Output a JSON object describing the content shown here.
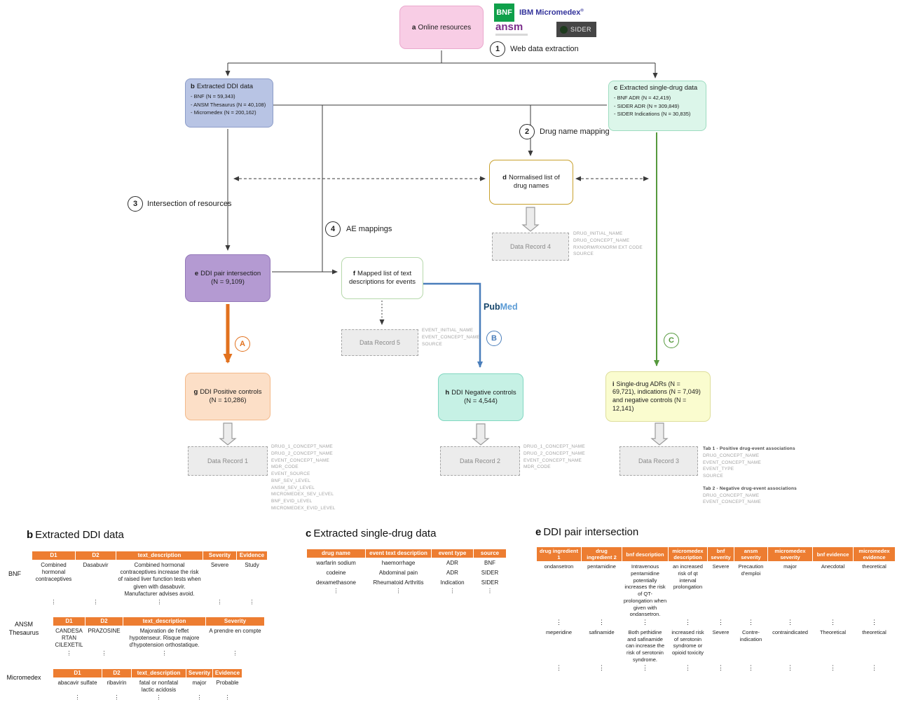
{
  "misc": {
    "dots": "⋮"
  },
  "logos": {
    "bnf": "BNF",
    "ibm_micromedex": "IBM Micromedex",
    "reg": "®",
    "ansm": "ansm",
    "sider": "SIDER",
    "pubmed_pub": "Pub",
    "pubmed_med": "Med"
  },
  "steps": [
    {
      "num": "1",
      "label": "Web data extraction"
    },
    {
      "num": "2",
      "label": "Drug name mapping"
    },
    {
      "num": "3",
      "label": "Intersection of resources"
    },
    {
      "num": "4",
      "label": "AE mappings"
    }
  ],
  "branches": [
    {
      "label": "A"
    },
    {
      "label": "B"
    },
    {
      "label": "C"
    }
  ],
  "boxes": {
    "a": {
      "tag": "a",
      "title": "Online resources"
    },
    "b": {
      "tag": "b",
      "title": "Extracted DDI data",
      "items": [
        "- BNF (N = 59,343)",
        "- ANSM Thesaurus (N = 40,108)",
        "- Micromedex (N = 200,162)"
      ]
    },
    "c": {
      "tag": "c",
      "title": "Extracted single-drug data",
      "items": [
        "- BNF ADR (N = 42,419)",
        "- SIDER ADR (N = 309,849)",
        "- SIDER Indications (N = 30,835)"
      ]
    },
    "d": {
      "tag": "d",
      "title": "Normalised list of drug names"
    },
    "e": {
      "tag": "e",
      "title": "DDI pair intersection",
      "subtitle": "(N = 9,109)"
    },
    "f": {
      "tag": "f",
      "title": "Mapped list of text descriptions for events"
    },
    "g": {
      "tag": "g",
      "title": "DDI Positive controls",
      "subtitle": "(N = 10,286)"
    },
    "h": {
      "tag": "h",
      "title": "DDI Negative controls",
      "subtitle": "(N = 4,544)"
    },
    "i": {
      "tag": "i",
      "title": "Single-drug ADRs (N = 69,721), indications (N = 7,049) and negative controls (N = 12,141)"
    }
  },
  "records": {
    "r1": {
      "label": "Data Record 1",
      "fields": [
        "DRUG_1_CONCEPT_NAME",
        "DRUG_2_CONCEPT_NAME",
        "EVENT_CONCEPT_NAME",
        "MDR_CODE",
        "EVENT_SOURCE",
        "BNF_SEV_LEVEL",
        "ANSM_SEV_LEVEL",
        "MICROMEDEX_SEV_LEVEL",
        "BNF_EVID_LEVEL",
        "MICROMEDEX_EVID_LEVEL"
      ]
    },
    "r2": {
      "label": "Data Record 2",
      "fields": [
        "DRUG_1_CONCEPT_NAME",
        "DRUG_2_CONCEPT_NAME",
        "EVENT_CONCEPT_NAME",
        "MDR_CODE"
      ]
    },
    "r3": {
      "label": "Data Record 3",
      "groups": [
        {
          "title": "Tab 1 - Positive drug-event associations",
          "fields": [
            "DRUG_CONCEPT_NAME",
            "EVENT_CONCEPT_NAME",
            "EVENT_TYPE",
            "SOURCE"
          ]
        },
        {
          "title": "Tab 2 - Negative drug-event associations",
          "fields": [
            "DRUG_CONCEPT_NAME",
            "EVENT_CONCEPT_NAME"
          ]
        }
      ]
    },
    "r4": {
      "label": "Data Record 4",
      "fields": [
        "DRUG_INITIAL_NAME",
        "DRUG_CONCEPT_NAME",
        "RXNORM/RXNORM EXT CODE",
        "SOURCE"
      ]
    },
    "r5": {
      "label": "Data Record 5",
      "fields": [
        "EVENT_INITIAL_NAME",
        "EVENT_CONCEPT_NAME",
        "SOURCE"
      ]
    }
  },
  "tables": {
    "ddi": {
      "heading_tag": "b",
      "heading": "Extracted DDI data",
      "sources": [
        {
          "label": "BNF",
          "headers": [
            "D1",
            "D2",
            "text_description",
            "Severity",
            "Evidence"
          ],
          "rows": [
            [
              "Combined hormonal contraceptives",
              "Dasabuvir",
              "Combined hormonal contraceptives increase the risk of raised liver function tests when given with dasabuvir. Manufacturer advises avoid.",
              "Severe",
              "Study"
            ]
          ]
        },
        {
          "label": "ANSM Thesaurus",
          "headers": [
            "D1",
            "D2",
            "text_description",
            "Severity"
          ],
          "rows": [
            [
              "CANDESARTAN CILEXETIL",
              "PRAZOSINE",
              "Majoration de l'effet hypotenseur. Risque majore d'hypotension orthostatique.",
              "A prendre en compte"
            ]
          ]
        },
        {
          "label": "Micromedex",
          "headers": [
            "D1",
            "D2",
            "text_description",
            "Severity",
            "Evidence"
          ],
          "rows": [
            [
              "abacavir sulfate",
              "ribavirin",
              "fatal or nonfatal lactic acidosis",
              "major",
              "Probable"
            ]
          ]
        }
      ]
    },
    "single": {
      "heading_tag": "c",
      "heading": "Extracted single-drug data",
      "headers": [
        "drug name",
        "event text description",
        "event type",
        "source"
      ],
      "rows": [
        [
          "warfarin sodium",
          "haemorrhage",
          "ADR",
          "BNF"
        ],
        [
          "codeine",
          "Abdominal pain",
          "ADR",
          "SIDER"
        ],
        [
          "dexamethasone",
          "Rheumatoid Arthritis",
          "Indication",
          "SIDER"
        ]
      ]
    },
    "intersection": {
      "heading_tag": "e",
      "heading": "DDI pair intersection",
      "headers": [
        "drug ingredient 1",
        "drug ingredient 2",
        "bnf description",
        "micromedex description",
        "bnf severity",
        "ansm severity",
        "micromedex severity",
        "bnf evidence",
        "micromedex evidence"
      ],
      "rows": [
        [
          "ondansetron",
          "pentamidine",
          "Intravenous pentamidine potentially increases the risk of QT-prolongation when given with ondansetron.",
          "an increased risk of qt interval prolongation",
          "Severe",
          "Precaution d'emploi",
          "major",
          "Anecdotal",
          "theoretical"
        ],
        [
          "meperidine",
          "safinamide",
          "Both pethidine and safinamide can increase the risk of serotonin syndrome.",
          "increased risk of serotonin syndrome or opioid toxicity",
          "Severe",
          "Contre-indication",
          "contraindicated",
          "Theoretical",
          "theoretical"
        ]
      ]
    }
  }
}
